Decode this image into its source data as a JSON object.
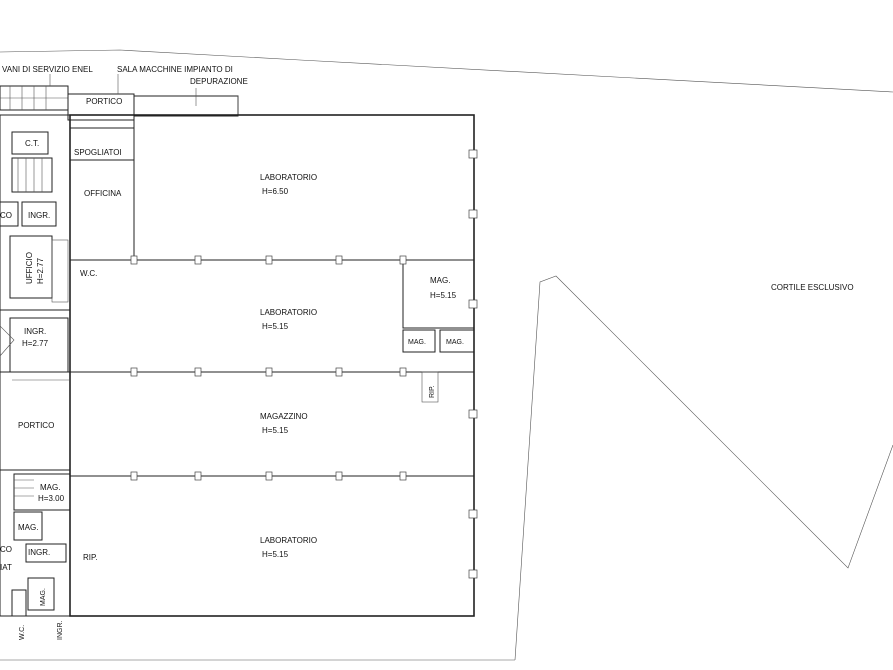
{
  "plan": {
    "labels": {
      "vani_enel": "VANI DI SERVIZIO ENEL",
      "sala_macchine_1": "SALA MACCHINE IMPIANTO DI",
      "sala_macchine_2": "DEPURAZIONE",
      "portico_top": "PORTICO",
      "ct": "C.T.",
      "spogliatoi": "SPOGLIATOI",
      "officina": "OFFICINA",
      "lab1_name": "LABORATORIO",
      "lab1_h": "H=6.50",
      "ingr_top": "INGR.",
      "co_top": "CO",
      "ufficio": "UFFICIO",
      "ufficio_h": "H=2.77",
      "wc_mid": "W.C.",
      "mag_right_name": "MAG.",
      "mag_right_h": "H=5.15",
      "lab2_name": "LABORATORIO",
      "lab2_h": "H=5.15",
      "mag_small_1": "MAG.",
      "mag_small_2": "MAG.",
      "ingr_mid": "INGR.",
      "ingr_mid_h": "H=2.77",
      "rip_mid": "RIP.",
      "magazzino_name": "MAGAZZINO",
      "magazzino_h": "H=5.15",
      "portico_left": "PORTICO",
      "mag_left_name": "MAG.",
      "mag_left_h": "H=3.00",
      "mag_left_small": "MAG.",
      "co_bottom": "CO",
      "ingr_bottom": "INGR.",
      "rip_bottom": "RIP.",
      "lab3_name": "LABORATORIO",
      "lab3_h": "H=5.15",
      "iat": "IAT",
      "mag_vert": "MAG.",
      "wc_bottom": "W.C.",
      "ingr_vert": "INGR.",
      "cortile": "CORTILE ESCLUSIVO"
    }
  }
}
